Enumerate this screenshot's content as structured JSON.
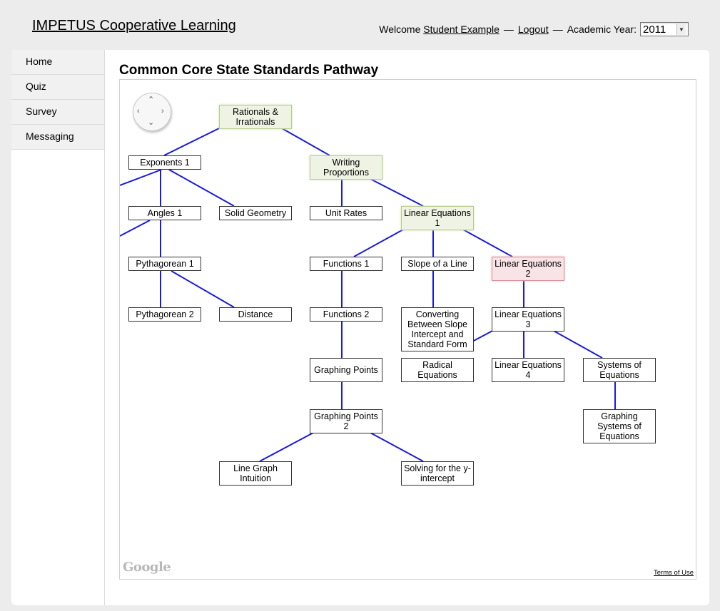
{
  "header": {
    "site_title": "IMPETUS Cooperative Learning",
    "welcome_label": "Welcome",
    "user_name": "Student Example",
    "separator": "—",
    "logout_label": "Logout",
    "academic_year_label": "Academic Year:",
    "academic_year_value": "2011"
  },
  "sidebar": {
    "items": [
      {
        "label": "Home"
      },
      {
        "label": "Quiz"
      },
      {
        "label": "Survey"
      },
      {
        "label": "Messaging"
      }
    ]
  },
  "main": {
    "title": "Common Core State Standards Pathway"
  },
  "map": {
    "pan_icon": "pan-control-icon",
    "logo_text": "Google",
    "terms_label": "Terms of Use",
    "edge_color": "#1a1adb",
    "completed_color": "#eff3e3",
    "current_color": "#f8e3e6",
    "nodes": {
      "rationals": {
        "label": "Rationals & Irrationals",
        "status": "completed"
      },
      "exponents1": {
        "label": "Exponents 1",
        "status": "open"
      },
      "writing_proportions": {
        "label": "Writing Proportions",
        "status": "completed"
      },
      "angles1": {
        "label": "Angles 1",
        "status": "open"
      },
      "solid_geometry": {
        "label": "Solid Geometry",
        "status": "open"
      },
      "unit_rates": {
        "label": "Unit Rates",
        "status": "open"
      },
      "linear_equations1": {
        "label": "Linear Equations 1",
        "status": "completed"
      },
      "pythagorean1": {
        "label": "Pythagorean 1",
        "status": "open"
      },
      "functions1": {
        "label": "Functions 1",
        "status": "open"
      },
      "slope_of_a_line": {
        "label": "Slope of a Line",
        "status": "open"
      },
      "linear_equations2": {
        "label": "Linear Equations 2",
        "status": "current"
      },
      "pythagorean2": {
        "label": "Pythagorean 2",
        "status": "open"
      },
      "distance": {
        "label": "Distance",
        "status": "open"
      },
      "functions2": {
        "label": "Functions 2",
        "status": "open"
      },
      "converting_forms": {
        "label": "Converting Between Slope Intercept and Standard Form",
        "status": "open"
      },
      "linear_equations3": {
        "label": "Linear Equations 3",
        "status": "open"
      },
      "graphing_points": {
        "label": "Graphing Points",
        "status": "open"
      },
      "radical_equations": {
        "label": "Radical Equations",
        "status": "open"
      },
      "linear_equations4": {
        "label": "Linear Equations 4",
        "status": "open"
      },
      "systems_of_equations": {
        "label": "Systems of Equations",
        "status": "open"
      },
      "graphing_points2": {
        "label": "Graphing Points 2",
        "status": "open"
      },
      "graphing_systems": {
        "label": "Graphing Systems of Equations",
        "status": "open"
      },
      "line_graph_intuition": {
        "label": "Line Graph Intuition",
        "status": "open"
      },
      "solving_y_intercept": {
        "label": "Solving for the y-intercept",
        "status": "open"
      }
    }
  }
}
